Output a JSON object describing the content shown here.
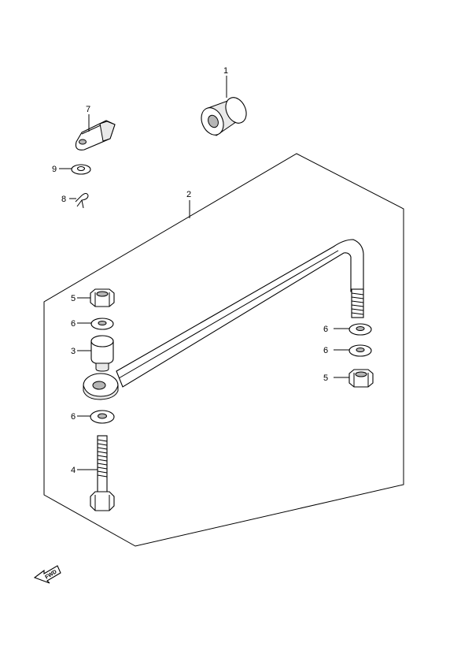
{
  "callouts": {
    "p1": "1",
    "p2": "2",
    "p3": "3",
    "p4": "4",
    "p5_left": "5",
    "p5_right": "5",
    "p6_left_upper": "6",
    "p6_left_lower": "6",
    "p6_right_upper": "6",
    "p6_right_lower": "6",
    "p7": "7",
    "p8": "8",
    "p9": "9"
  },
  "fwd_mark": {
    "text": "FWD"
  }
}
